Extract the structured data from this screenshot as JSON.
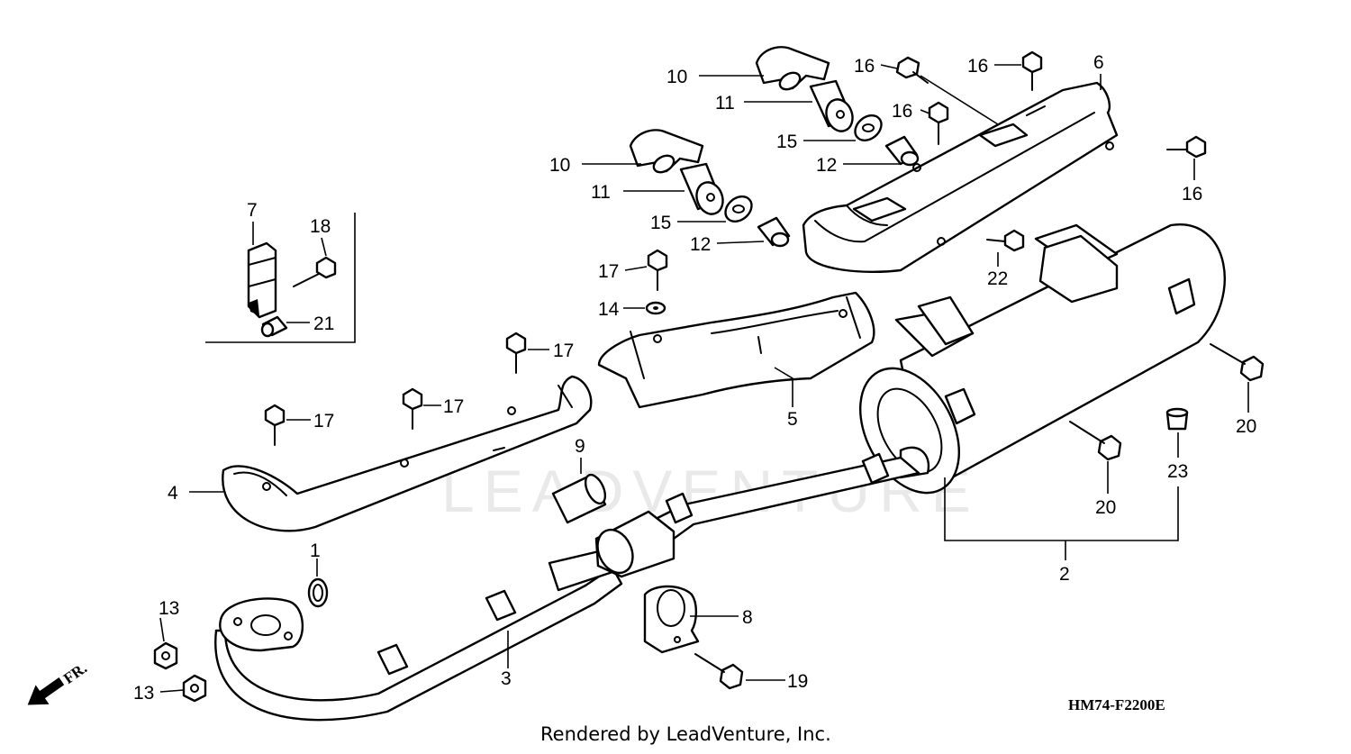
{
  "diagram": {
    "code": "HM74-F2200E",
    "footer": "Rendered by LeadVenture, Inc.",
    "watermark": "LEADVENTURE",
    "direction_label": "FR.",
    "callouts": [
      {
        "id": "c1",
        "label": "1"
      },
      {
        "id": "c2",
        "label": "2"
      },
      {
        "id": "c3",
        "label": "3"
      },
      {
        "id": "c4",
        "label": "4"
      },
      {
        "id": "c5",
        "label": "5"
      },
      {
        "id": "c6",
        "label": "6"
      },
      {
        "id": "c7",
        "label": "7"
      },
      {
        "id": "c8",
        "label": "8"
      },
      {
        "id": "c9",
        "label": "9"
      },
      {
        "id": "c10a",
        "label": "10"
      },
      {
        "id": "c10b",
        "label": "10"
      },
      {
        "id": "c11a",
        "label": "11"
      },
      {
        "id": "c11b",
        "label": "11"
      },
      {
        "id": "c12a",
        "label": "12"
      },
      {
        "id": "c12b",
        "label": "12"
      },
      {
        "id": "c13a",
        "label": "13"
      },
      {
        "id": "c13b",
        "label": "13"
      },
      {
        "id": "c14",
        "label": "14"
      },
      {
        "id": "c15a",
        "label": "15"
      },
      {
        "id": "c15b",
        "label": "15"
      },
      {
        "id": "c16a",
        "label": "16"
      },
      {
        "id": "c16b",
        "label": "16"
      },
      {
        "id": "c16c",
        "label": "16"
      },
      {
        "id": "c16d",
        "label": "16"
      },
      {
        "id": "c17a",
        "label": "17"
      },
      {
        "id": "c17b",
        "label": "17"
      },
      {
        "id": "c17c",
        "label": "17"
      },
      {
        "id": "c17d",
        "label": "17"
      },
      {
        "id": "c18",
        "label": "18"
      },
      {
        "id": "c19",
        "label": "19"
      },
      {
        "id": "c20a",
        "label": "20"
      },
      {
        "id": "c20b",
        "label": "20"
      },
      {
        "id": "c21",
        "label": "21"
      },
      {
        "id": "c22",
        "label": "22"
      },
      {
        "id": "c23",
        "label": "23"
      }
    ]
  }
}
